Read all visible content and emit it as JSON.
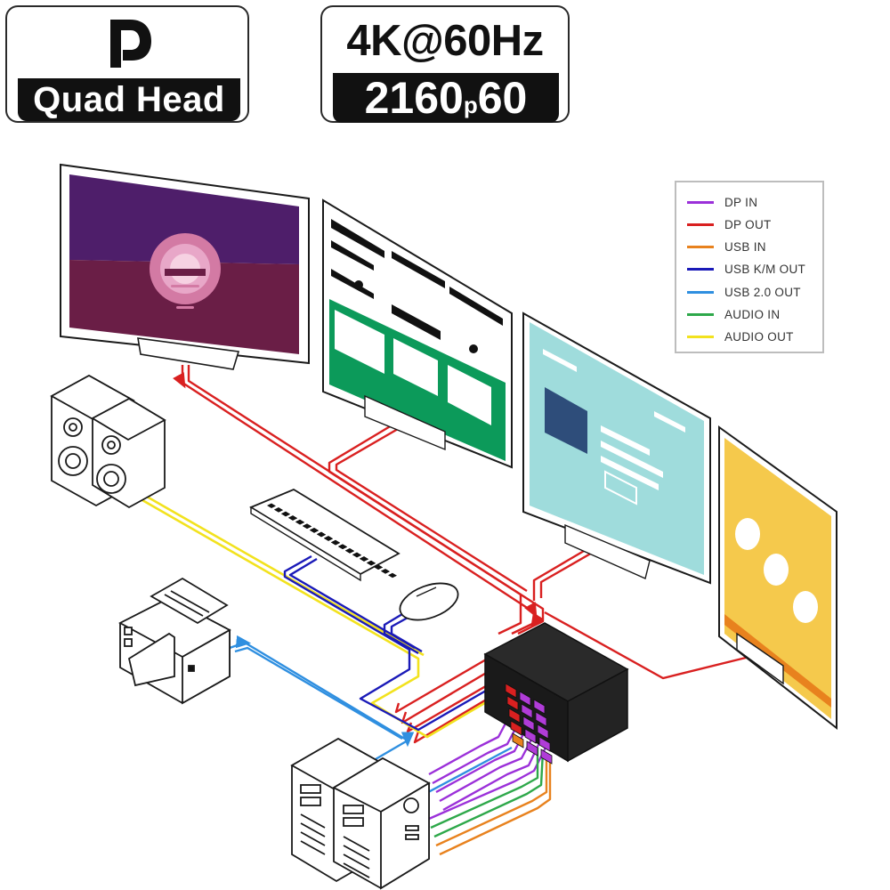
{
  "badges": {
    "displayport": {
      "label": "Quad Head",
      "icon": "displayport-logo-icon"
    },
    "resolution": {
      "top": "4K@60Hz",
      "bottom_main": "2160",
      "bottom_sub": "p",
      "bottom_end": "60"
    }
  },
  "legend": {
    "items": [
      {
        "label": "DP IN",
        "color": "#9b30d9"
      },
      {
        "label": "DP OUT",
        "color": "#d92020"
      },
      {
        "label": "USB IN",
        "color": "#e8821e"
      },
      {
        "label": "USB K/M OUT",
        "color": "#1a1ab8"
      },
      {
        "label": "USB 2.0 OUT",
        "color": "#2f8fe0"
      },
      {
        "label": "AUDIO IN",
        "color": "#2ea84a"
      },
      {
        "label": "AUDIO OUT",
        "color": "#f2e21e"
      }
    ]
  },
  "devices": [
    {
      "name": "monitor-1",
      "screen": "sunset-scene",
      "icon": "monitor-icon"
    },
    {
      "name": "monitor-2",
      "screen": "green-webpage",
      "icon": "monitor-icon"
    },
    {
      "name": "monitor-3",
      "screen": "teal-webpage",
      "icon": "monitor-icon"
    },
    {
      "name": "monitor-4",
      "screen": "yellow-three-dots",
      "icon": "monitor-icon"
    },
    {
      "name": "speakers",
      "icon": "speakers-icon"
    },
    {
      "name": "keyboard",
      "icon": "keyboard-icon"
    },
    {
      "name": "mouse",
      "icon": "mouse-icon"
    },
    {
      "name": "printer",
      "icon": "printer-icon"
    },
    {
      "name": "kvm-switch",
      "icon": "kvm-switch-icon"
    },
    {
      "name": "computer-1",
      "icon": "computer-tower-icon"
    },
    {
      "name": "computer-2",
      "icon": "computer-tower-icon"
    }
  ],
  "colors": {
    "dp_in": "#9b30d9",
    "dp_out": "#d92020",
    "usb_in": "#e8821e",
    "usb_km_out": "#1a1ab8",
    "usb2_out": "#2f8fe0",
    "audio_in": "#2ea84a",
    "audio_out": "#f2e21e"
  }
}
